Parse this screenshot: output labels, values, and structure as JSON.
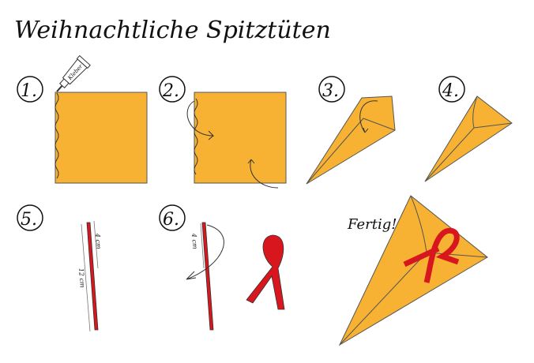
{
  "title": "Weihnachtliche Spitztüten",
  "steps": [
    "1.",
    "2.",
    "3.",
    "4.",
    "5.",
    "6."
  ],
  "glue_label": "Kleber",
  "measure_short": "4 cm",
  "measure_long": "12 cm",
  "done_label": "Fertig!",
  "colors": {
    "paper": "#F7B233",
    "ribbon": "#D8161E",
    "outline": "#333333"
  }
}
